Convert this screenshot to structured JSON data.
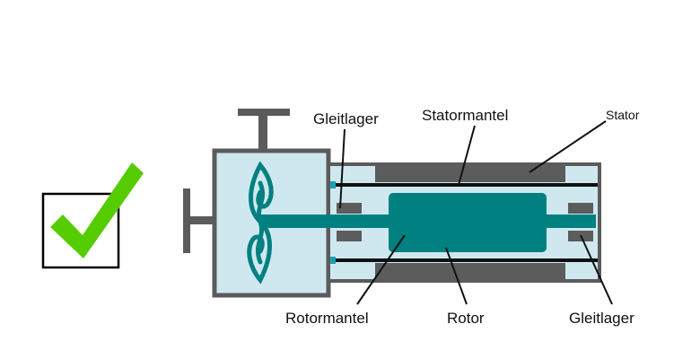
{
  "labels": {
    "gleitlager_top": "Gleitlager",
    "statormantel": "Statormantel",
    "stator": "Stator",
    "rotormantel": "Rotormantel",
    "rotor": "Rotor",
    "gleitlager_bottom": "Gleitlager"
  },
  "icons": {
    "check": "checkbox-checked-icon",
    "impeller": "impeller-icon"
  },
  "colors": {
    "housing": "#5b5b5b",
    "chamber": "#cfe8ef",
    "rotor": "#008080",
    "stator": "#5c5c5c",
    "check": "#55cc00"
  }
}
